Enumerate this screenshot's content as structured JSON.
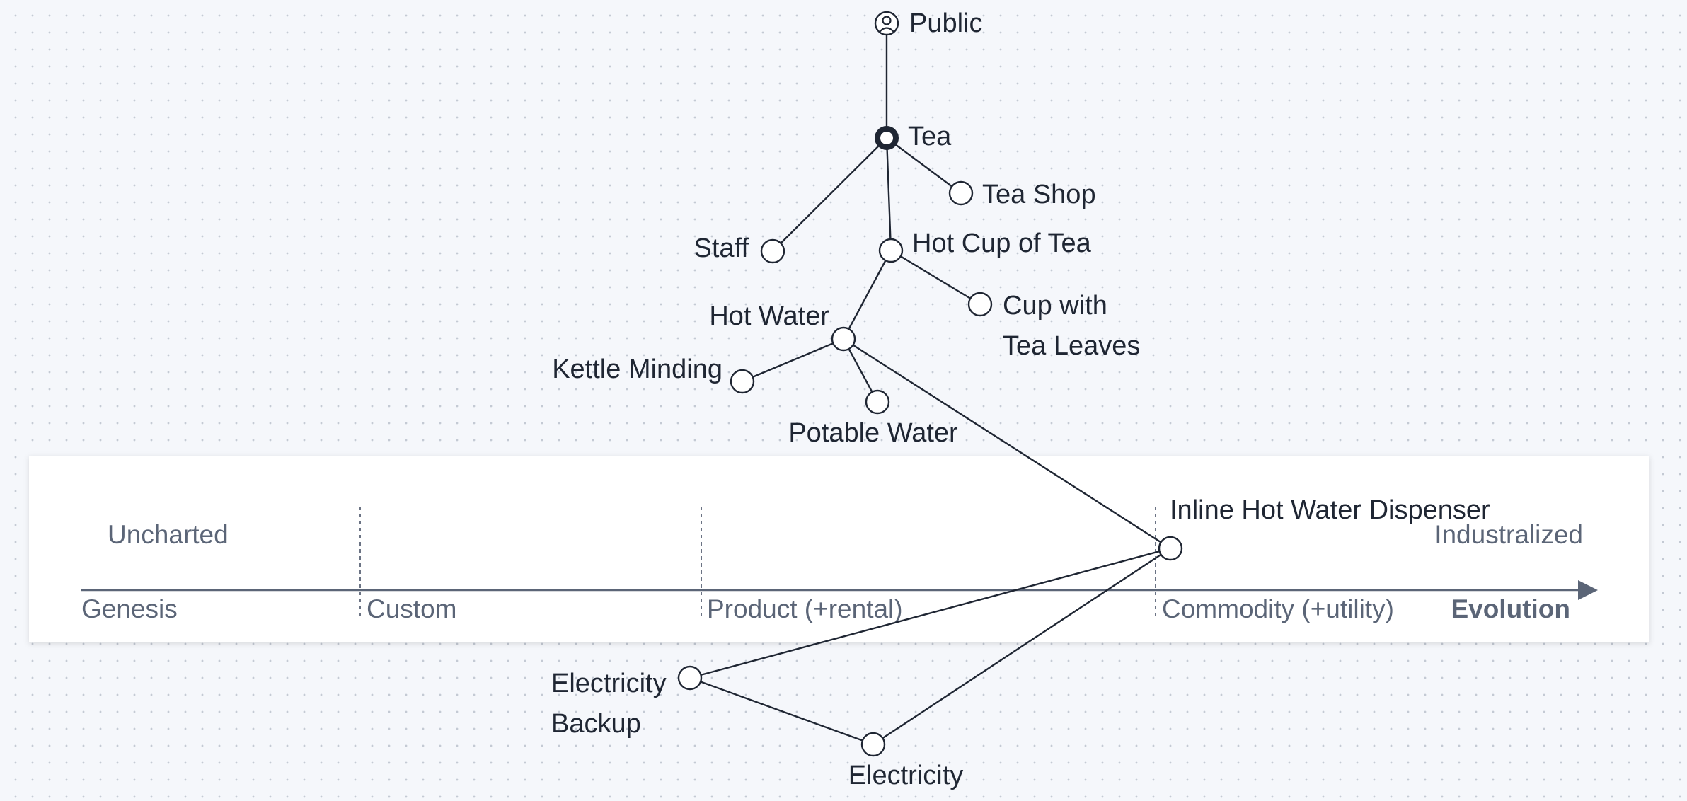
{
  "evolution_band": {
    "corner_labels": {
      "top_left": "Uncharted",
      "top_right": "Industralized"
    },
    "stages": [
      "Genesis",
      "Custom",
      "Product (+rental)",
      "Commodity (+utility)"
    ],
    "axis_title": "Evolution"
  },
  "components": [
    {
      "id": "public",
      "label": "Public",
      "icon": "user-icon"
    },
    {
      "id": "tea",
      "label": "Tea",
      "anchor": true
    },
    {
      "id": "tea_shop",
      "label": "Tea Shop"
    },
    {
      "id": "staff",
      "label": "Staff"
    },
    {
      "id": "hot_cup",
      "label": "Hot Cup of Tea"
    },
    {
      "id": "cup_leaves",
      "label": [
        "Cup with",
        "Tea Leaves"
      ]
    },
    {
      "id": "hot_water",
      "label": "Hot Water"
    },
    {
      "id": "kettle",
      "label": "Kettle Minding"
    },
    {
      "id": "potable",
      "label": "Potable Water"
    },
    {
      "id": "dispenser",
      "label": "Inline Hot Water Dispenser"
    },
    {
      "id": "backup",
      "label": [
        "Electricity",
        "Backup"
      ]
    },
    {
      "id": "electricity",
      "label": "Electricity"
    }
  ],
  "links": [
    [
      "public",
      "tea"
    ],
    [
      "tea",
      "tea_shop"
    ],
    [
      "tea",
      "staff"
    ],
    [
      "tea",
      "hot_cup"
    ],
    [
      "hot_cup",
      "cup_leaves"
    ],
    [
      "hot_cup",
      "hot_water"
    ],
    [
      "hot_water",
      "kettle"
    ],
    [
      "hot_water",
      "potable"
    ],
    [
      "hot_water",
      "dispenser"
    ],
    [
      "dispenser",
      "backup"
    ],
    [
      "dispenser",
      "electricity"
    ],
    [
      "backup",
      "electricity"
    ]
  ]
}
